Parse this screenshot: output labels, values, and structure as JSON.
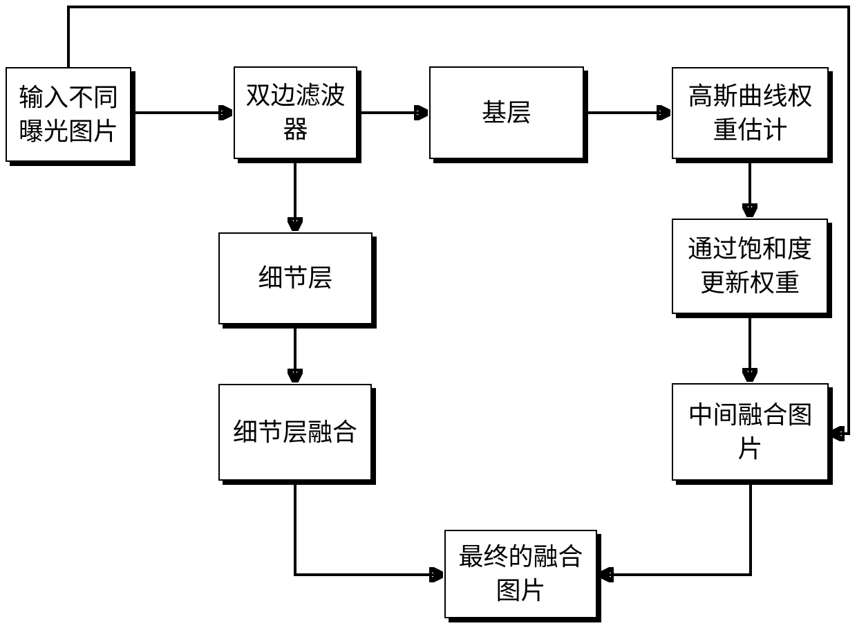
{
  "diagram": {
    "type": "flowchart",
    "background_color": "#ffffff",
    "line_color": "#000000",
    "box_style": {
      "fill": "#ffffff",
      "border": "#000000",
      "shadow": "#000000"
    },
    "nodes": [
      {
        "id": "input",
        "label": "输入不同曝光图片",
        "lines": [
          "输入不同",
          "曝光图片"
        ]
      },
      {
        "id": "bilateral-filter",
        "label": "双边滤波器",
        "lines": [
          "双边滤波",
          "器"
        ]
      },
      {
        "id": "base-layer",
        "label": "基层",
        "lines": [
          "基层"
        ]
      },
      {
        "id": "gaussian-weight",
        "label": "高斯曲线权重估计",
        "lines": [
          "高斯曲线权",
          "重估计"
        ]
      },
      {
        "id": "saturation-update",
        "label": "通过饱和度更新权重",
        "lines": [
          "通过饱和度",
          "更新权重"
        ]
      },
      {
        "id": "intermediate-fusion",
        "label": "中间融合图片",
        "lines": [
          "中间融合图",
          "片"
        ]
      },
      {
        "id": "detail-layer",
        "label": "细节层",
        "lines": [
          "细节层"
        ]
      },
      {
        "id": "detail-fusion",
        "label": "细节层融合",
        "lines": [
          "细节层融合"
        ]
      },
      {
        "id": "final-fusion",
        "label": "最终的融合图片",
        "lines": [
          "最终的融合",
          "图片"
        ]
      }
    ],
    "edges": [
      {
        "from": "input",
        "to": "bilateral-filter",
        "arrow": "right"
      },
      {
        "from": "bilateral-filter",
        "to": "base-layer",
        "arrow": "right"
      },
      {
        "from": "base-layer",
        "to": "gaussian-weight",
        "arrow": "right"
      },
      {
        "from": "gaussian-weight",
        "to": "saturation-update",
        "arrow": "down"
      },
      {
        "from": "saturation-update",
        "to": "intermediate-fusion",
        "arrow": "down"
      },
      {
        "from": "input",
        "to": "intermediate-fusion",
        "arrow": "left, routed over top and right side"
      },
      {
        "from": "bilateral-filter",
        "to": "detail-layer",
        "arrow": "down"
      },
      {
        "from": "detail-layer",
        "to": "detail-fusion",
        "arrow": "down"
      },
      {
        "from": "detail-fusion",
        "to": "final-fusion",
        "arrow": "right, routed down then right"
      },
      {
        "from": "intermediate-fusion",
        "to": "final-fusion",
        "arrow": "left, routed down then left"
      }
    ]
  }
}
